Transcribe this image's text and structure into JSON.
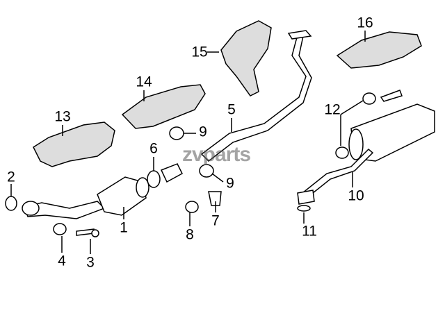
{
  "diagram": {
    "title": "Exhaust system parts diagram",
    "watermark": "zvparts",
    "callouts": [
      "1",
      "2",
      "3",
      "4",
      "5",
      "6",
      "7",
      "8",
      "9",
      "9",
      "10",
      "11",
      "12",
      "13",
      "14",
      "15",
      "16"
    ],
    "line_color": "#000000",
    "fill_color": "#ffffff",
    "shade_color": "#c8c8c8"
  }
}
